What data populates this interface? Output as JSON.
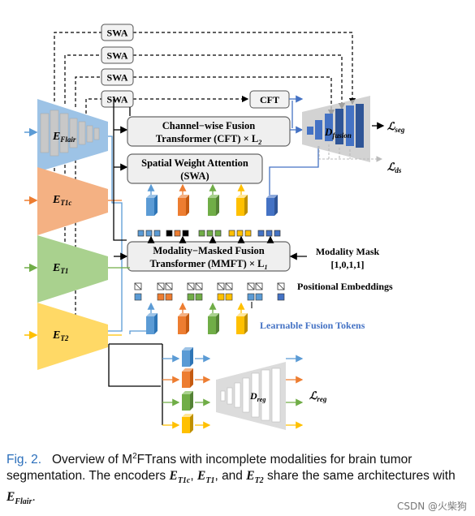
{
  "diagram": {
    "swa_labels": [
      "SWA",
      "SWA",
      "SWA",
      "SWA"
    ],
    "cft_small": "CFT",
    "cft_box": {
      "line1": "Channel−wise Fusion",
      "line2": "Transformer (CFT) × L",
      "sub": "2"
    },
    "swa_box": {
      "line1": "Spatial Weight Attention",
      "line2": "(SWA)"
    },
    "mmft_box": {
      "line1": "Modality−Masked Fusion",
      "line2": "Transformer (MMFT) × L",
      "sub": "1"
    },
    "modality_mask": {
      "line1": "Modality Mask",
      "line2": "[1,0,1,1]"
    },
    "positional_embeddings": "Positional Embeddings",
    "learnable_tokens": "Learnable Fusion Tokens",
    "encoders": [
      {
        "base": "E",
        "sub": "Flair",
        "color": "#9dc3e6"
      },
      {
        "base": "E",
        "sub": "T1c",
        "color": "#f4b183"
      },
      {
        "base": "E",
        "sub": "T1",
        "color": "#a9d18e"
      },
      {
        "base": "E",
        "sub": "T2",
        "color": "#ffd966"
      }
    ],
    "decoder_fusion": {
      "base": "D",
      "sub": "fusion"
    },
    "decoder_reg": {
      "base": "D",
      "sub": "reg"
    },
    "loss_seg": {
      "base": "ℒ",
      "sub": "seg"
    },
    "loss_ds": {
      "base": "ℒ",
      "sub": "ds"
    },
    "loss_reg": {
      "base": "ℒ",
      "sub": "reg"
    },
    "colors": {
      "flair": "#5b9bd5",
      "t1c": "#ed7d31",
      "t1": "#70ad47",
      "t2": "#ffc000",
      "fusion": "#4472c4"
    }
  },
  "caption": {
    "fig_label": "Fig. 2.",
    "text_a": "Overview of M",
    "sup": "2",
    "text_b": "FTrans with incomplete modalities for brain tumor segmentation. The encoders ",
    "e1": "E",
    "e1_sub": "T1c",
    "sep1": ", ",
    "e2": "E",
    "e2_sub": "T1",
    "sep2": ", and ",
    "e3": "E",
    "e3_sub": "T2",
    "text_c": " share the same architectures with ",
    "e4": "E",
    "e4_sub": "Flair",
    "end": "."
  },
  "watermark": "CSDN @火柴狗"
}
